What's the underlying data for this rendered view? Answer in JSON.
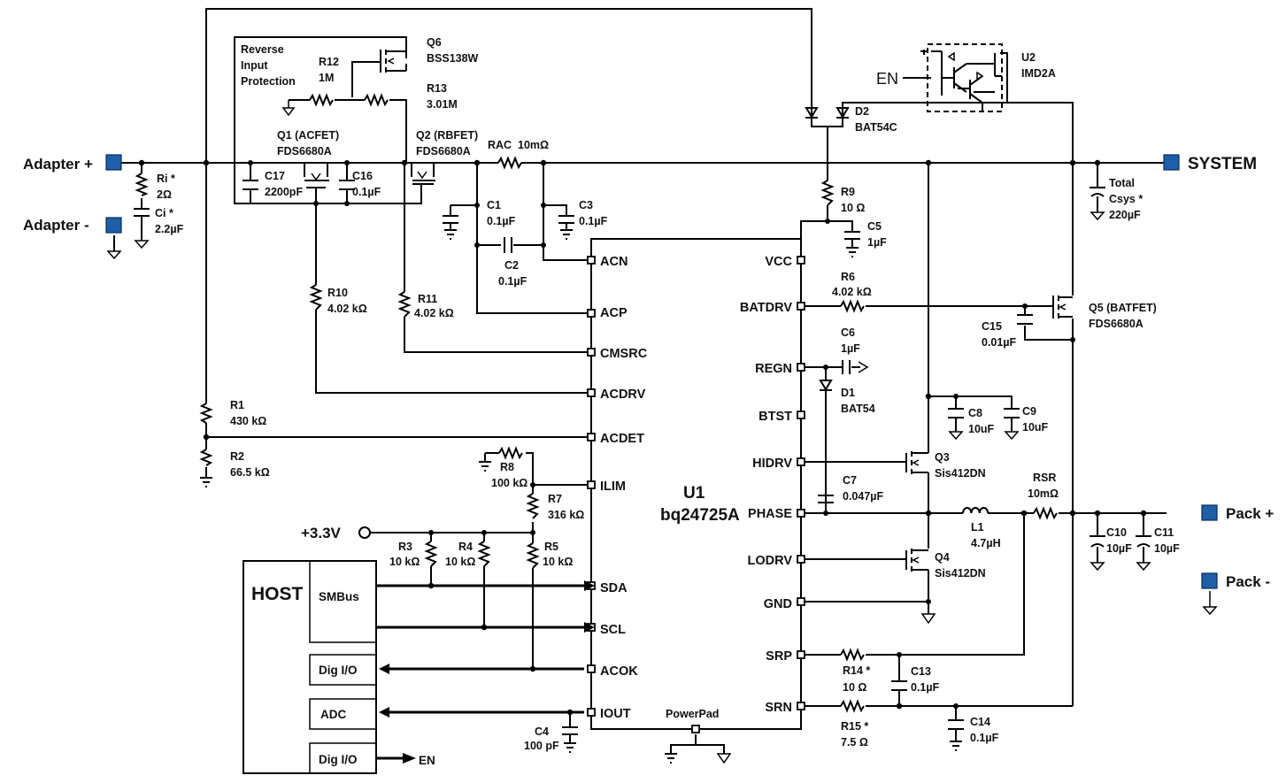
{
  "connectors": {
    "adapter_plus": "Adapter +",
    "adapter_minus": "Adapter -",
    "system": "SYSTEM",
    "pack_plus": "Pack +",
    "pack_minus": "Pack -",
    "supply_3v3": "+3.3V",
    "en_in": "EN",
    "en_out": "EN"
  },
  "protection_box": [
    "Reverse",
    "Input",
    "Protection"
  ],
  "components": {
    "q6": {
      "ref": "Q6",
      "value": "BSS138W"
    },
    "r12": {
      "ref": "R12",
      "value": "1M"
    },
    "r13": {
      "ref": "R13",
      "value": "3.01M"
    },
    "q1": {
      "ref": "Q1 (ACFET)",
      "value": "FDS6680A"
    },
    "q2": {
      "ref": "Q2 (RBFET)",
      "value": "FDS6680A"
    },
    "c17": {
      "ref": "C17",
      "value": "2200pF"
    },
    "c16": {
      "ref": "C16",
      "value": "0.1µF"
    },
    "rac": {
      "ref": "RAC",
      "value": "10mΩ"
    },
    "ri": {
      "ref": "Ri *",
      "value": "2Ω"
    },
    "ci": {
      "ref": "Ci *",
      "value": "2.2µF"
    },
    "c1": {
      "ref": "C1",
      "value": "0.1µF"
    },
    "c2": {
      "ref": "C2",
      "value": "0.1µF"
    },
    "c3": {
      "ref": "C3",
      "value": "0.1µF"
    },
    "r10": {
      "ref": "R10",
      "value": "4.02 kΩ"
    },
    "r11": {
      "ref": "R11",
      "value": "4.02 kΩ"
    },
    "r1": {
      "ref": "R1",
      "value": "430 kΩ"
    },
    "r2": {
      "ref": "R2",
      "value": "66.5 kΩ"
    },
    "r8": {
      "ref": "R8",
      "value": "100 kΩ"
    },
    "r7": {
      "ref": "R7",
      "value": "316 kΩ"
    },
    "r3": {
      "ref": "R3",
      "value": "10 kΩ"
    },
    "r4": {
      "ref": "R4",
      "value": "10 kΩ"
    },
    "r5": {
      "ref": "R5",
      "value": "10 kΩ"
    },
    "c4": {
      "ref": "C4",
      "value": "100 pF"
    },
    "d2": {
      "ref": "D2",
      "value": "BAT54C"
    },
    "u2": {
      "ref": "U2",
      "value": "IMD2A"
    },
    "r9": {
      "ref": "R9",
      "value": "10 Ω"
    },
    "c5": {
      "ref": "C5",
      "value": "1µF"
    },
    "r6": {
      "ref": "R6",
      "value": "4.02 kΩ"
    },
    "q5": {
      "ref": "Q5 (BATFET)",
      "value": "FDS6680A"
    },
    "c15": {
      "ref": "C15",
      "value": "0.01µF"
    },
    "csys": {
      "ref": "Total",
      "ref2": "Csys *",
      "value": "220µF"
    },
    "c6": {
      "ref": "C6",
      "value": "1µF"
    },
    "d1": {
      "ref": "D1",
      "value": "BAT54"
    },
    "c8": {
      "ref": "C8",
      "value": "10uF"
    },
    "c9": {
      "ref": "C9",
      "value": "10uF"
    },
    "q3": {
      "ref": "Q3",
      "value": "Sis412DN"
    },
    "q4": {
      "ref": "Q4",
      "value": "Sis412DN"
    },
    "c7": {
      "ref": "C7",
      "value": "0.047µF"
    },
    "l1": {
      "ref": "L1",
      "value": "4.7µH"
    },
    "rsr": {
      "ref": "RSR",
      "value": "10mΩ"
    },
    "c10": {
      "ref": "C10",
      "value": "10µF"
    },
    "c11": {
      "ref": "C11",
      "value": "10µF"
    },
    "r14": {
      "ref": "R14 *",
      "value": "10 Ω"
    },
    "r15": {
      "ref": "R15 *",
      "value": "7.5 Ω"
    },
    "c13": {
      "ref": "C13",
      "value": "0.1µF"
    },
    "c14": {
      "ref": "C14",
      "value": "0.1µF"
    }
  },
  "ic": {
    "ref": "U1",
    "part": "bq24725A",
    "left_pins": [
      "ACN",
      "ACP",
      "CMSRC",
      "ACDRV",
      "ACDET",
      "ILIM",
      "SDA",
      "SCL",
      "ACOK",
      "IOUT"
    ],
    "right_pins": [
      "VCC",
      "BATDRV",
      "REGN",
      "BTST",
      "HIDRV",
      "PHASE",
      "LODRV",
      "GND",
      "SRP",
      "SRN"
    ],
    "bottom_pin": "PowerPad"
  },
  "host": {
    "title": "HOST",
    "blocks": [
      "SMBus",
      "Dig I/O",
      "ADC",
      "Dig I/O"
    ]
  }
}
